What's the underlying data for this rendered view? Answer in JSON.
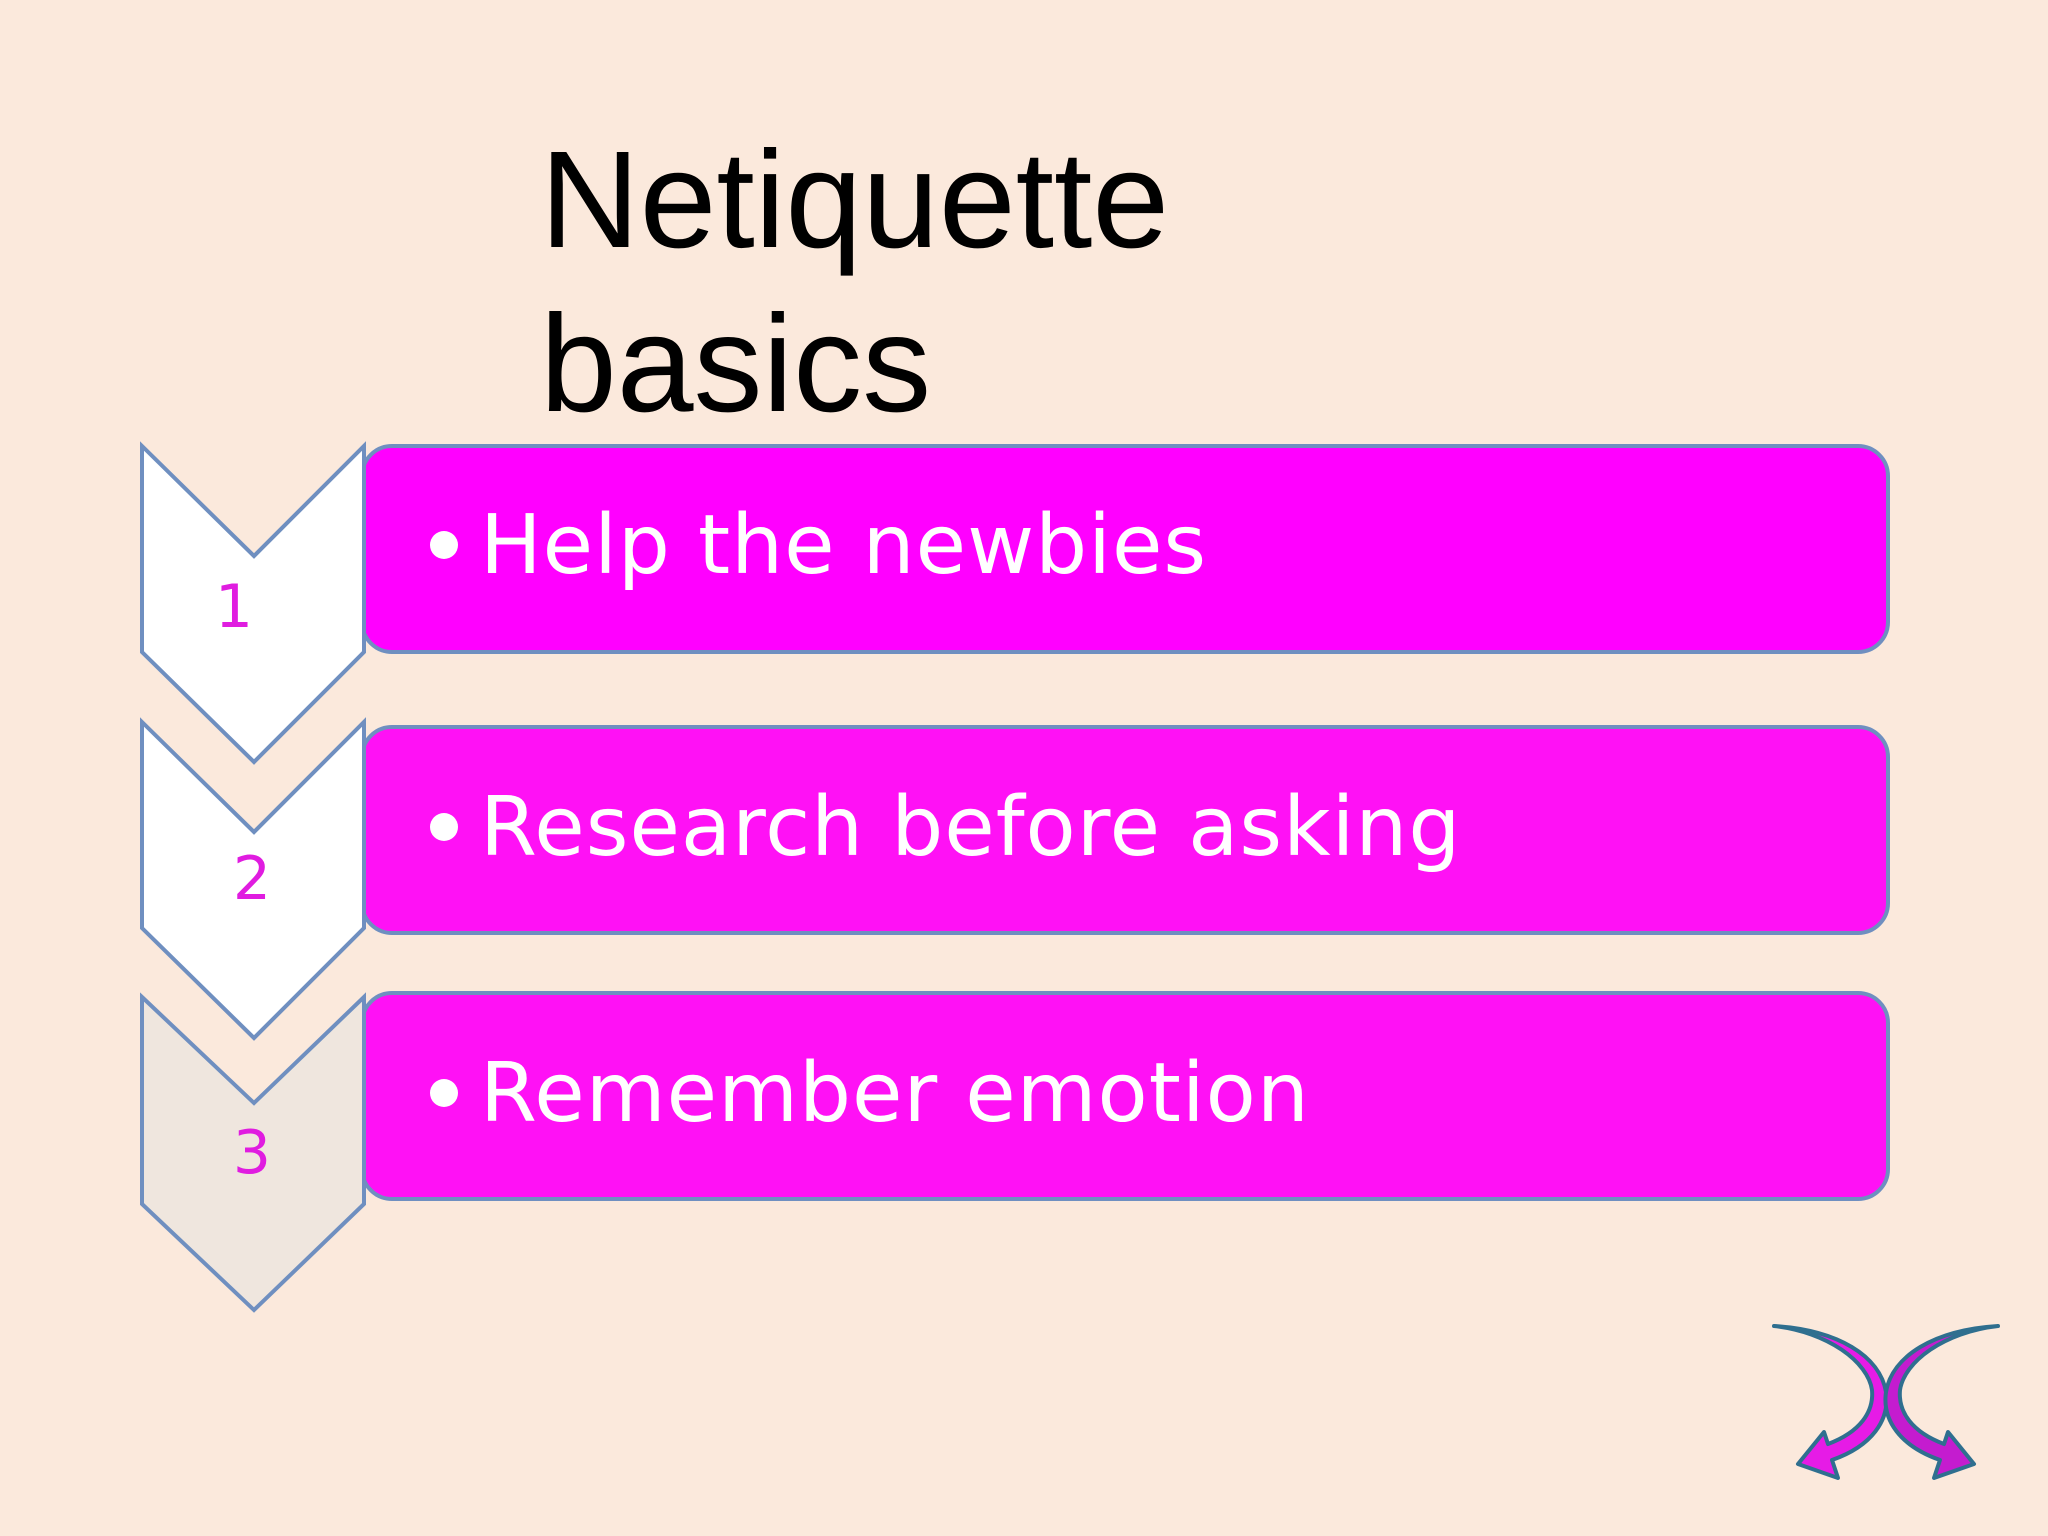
{
  "slide": {
    "title_lines": [
      "Netiquette",
      "basics"
    ],
    "steps": [
      {
        "number": "1",
        "text": "Help the newbies"
      },
      {
        "number": "2",
        "text": "Research before asking"
      },
      {
        "number": "3",
        "text": "Remember emotion"
      }
    ]
  },
  "colors": {
    "background": "#fbe9dc",
    "bar_fill": "#ff00ff",
    "bar_border": "#6f8fc0",
    "chevron_fill": "#ffffff",
    "chevron_border": "#6f8fc0",
    "number_color": "#e01ce0"
  },
  "icons": {
    "nav": "shuffle-arrows-icon"
  }
}
